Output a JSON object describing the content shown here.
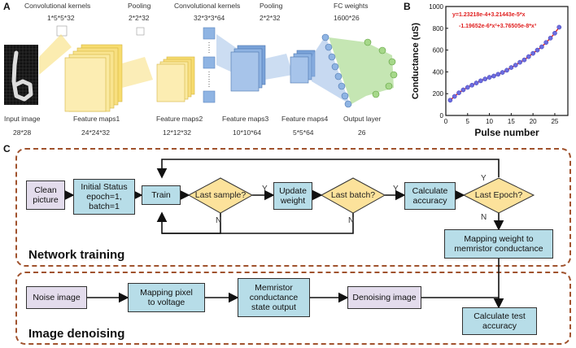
{
  "panel_a": {
    "letter": "A",
    "top_labels": {
      "conv1": "Convolutional kernels",
      "conv1_dims": "1*5*5*32",
      "pool1": "Pooling",
      "pool1_dims": "2*2*32",
      "conv2": "Convolutional kernels",
      "conv2_dims": "32*3*3*64",
      "pool2": "Pooling",
      "pool2_dims": "2*2*32",
      "fc": "FC weights",
      "fc_dims": "1600*26"
    },
    "bottom_labels": {
      "input": "Input image",
      "input_dims": "28*28",
      "fm1": "Feature maps1",
      "fm1_dims": "24*24*32",
      "fm2": "Feature maps2",
      "fm2_dims": "12*12*32",
      "fm3": "Feature maps3",
      "fm3_dims": "10*10*64",
      "fm4": "Feature maps4",
      "fm4_dims": "5*5*64",
      "out": "Output layer",
      "out_dims": "26"
    },
    "colors": {
      "yellow": "#f7dc6f",
      "blue": "#8fb4e3",
      "green": "#a6d88a"
    }
  },
  "panel_b": {
    "letter": "B",
    "fit_line1": "y=1.23218e-4+3.21443e-5*x",
    "fit_line2": "-1.19652e-6*x²+3.76505e-8*x³",
    "colors": {
      "points": "#6c6ce0",
      "fit": "#e02020",
      "equation": "#e02020"
    }
  },
  "chart_data": {
    "type": "scatter",
    "xlabel": "Pulse number",
    "ylabel": "Conductance (uS)",
    "xlim": [
      0,
      28
    ],
    "ylim": [
      0,
      1000
    ],
    "xticks": [
      0,
      5,
      10,
      15,
      20,
      25
    ],
    "yticks": [
      0,
      200,
      400,
      600,
      800,
      1000
    ],
    "x": [
      1,
      2,
      3,
      4,
      5,
      6,
      7,
      8,
      9,
      10,
      11,
      12,
      13,
      14,
      15,
      16,
      17,
      18,
      19,
      20,
      21,
      22,
      23,
      24,
      25,
      26
    ],
    "y": [
      140,
      175,
      208,
      235,
      258,
      278,
      298,
      318,
      335,
      350,
      362,
      378,
      395,
      415,
      440,
      462,
      488,
      510,
      540,
      570,
      600,
      630,
      670,
      710,
      755,
      810
    ]
  },
  "panel_c": {
    "letter": "C",
    "training": {
      "title": "Network training",
      "clean_picture": "Clean\npicture",
      "initial_status": "Initial Status\nepoch=1,\nbatch=1",
      "train": "Train",
      "last_sample": "Last sample?",
      "update_weight": "Update\nweight",
      "last_batch": "Last batch?",
      "calc_accuracy": "Calculate\naccuracy",
      "last_epoch": "Last Epoch?",
      "mapping_weight": "Mapping weight to\nmemristor conductance",
      "y1": "Y",
      "y2": "Y",
      "y3": "Y",
      "n1": "N",
      "n2": "N",
      "n3": "N"
    },
    "denoising": {
      "title": "Image denoising",
      "noise_image": "Noise image",
      "mapping_pixel": "Mapping pixel\nto voltage",
      "memristor_state": "Memristor\nconductance\nstate output",
      "denoising_image": "Denoising image",
      "calc_test": "Calculate test\naccuracy"
    },
    "colors": {
      "process": "#b7dde8",
      "io": "#e3dcec",
      "decision": "#fce29b",
      "border": "#a0522d"
    }
  }
}
